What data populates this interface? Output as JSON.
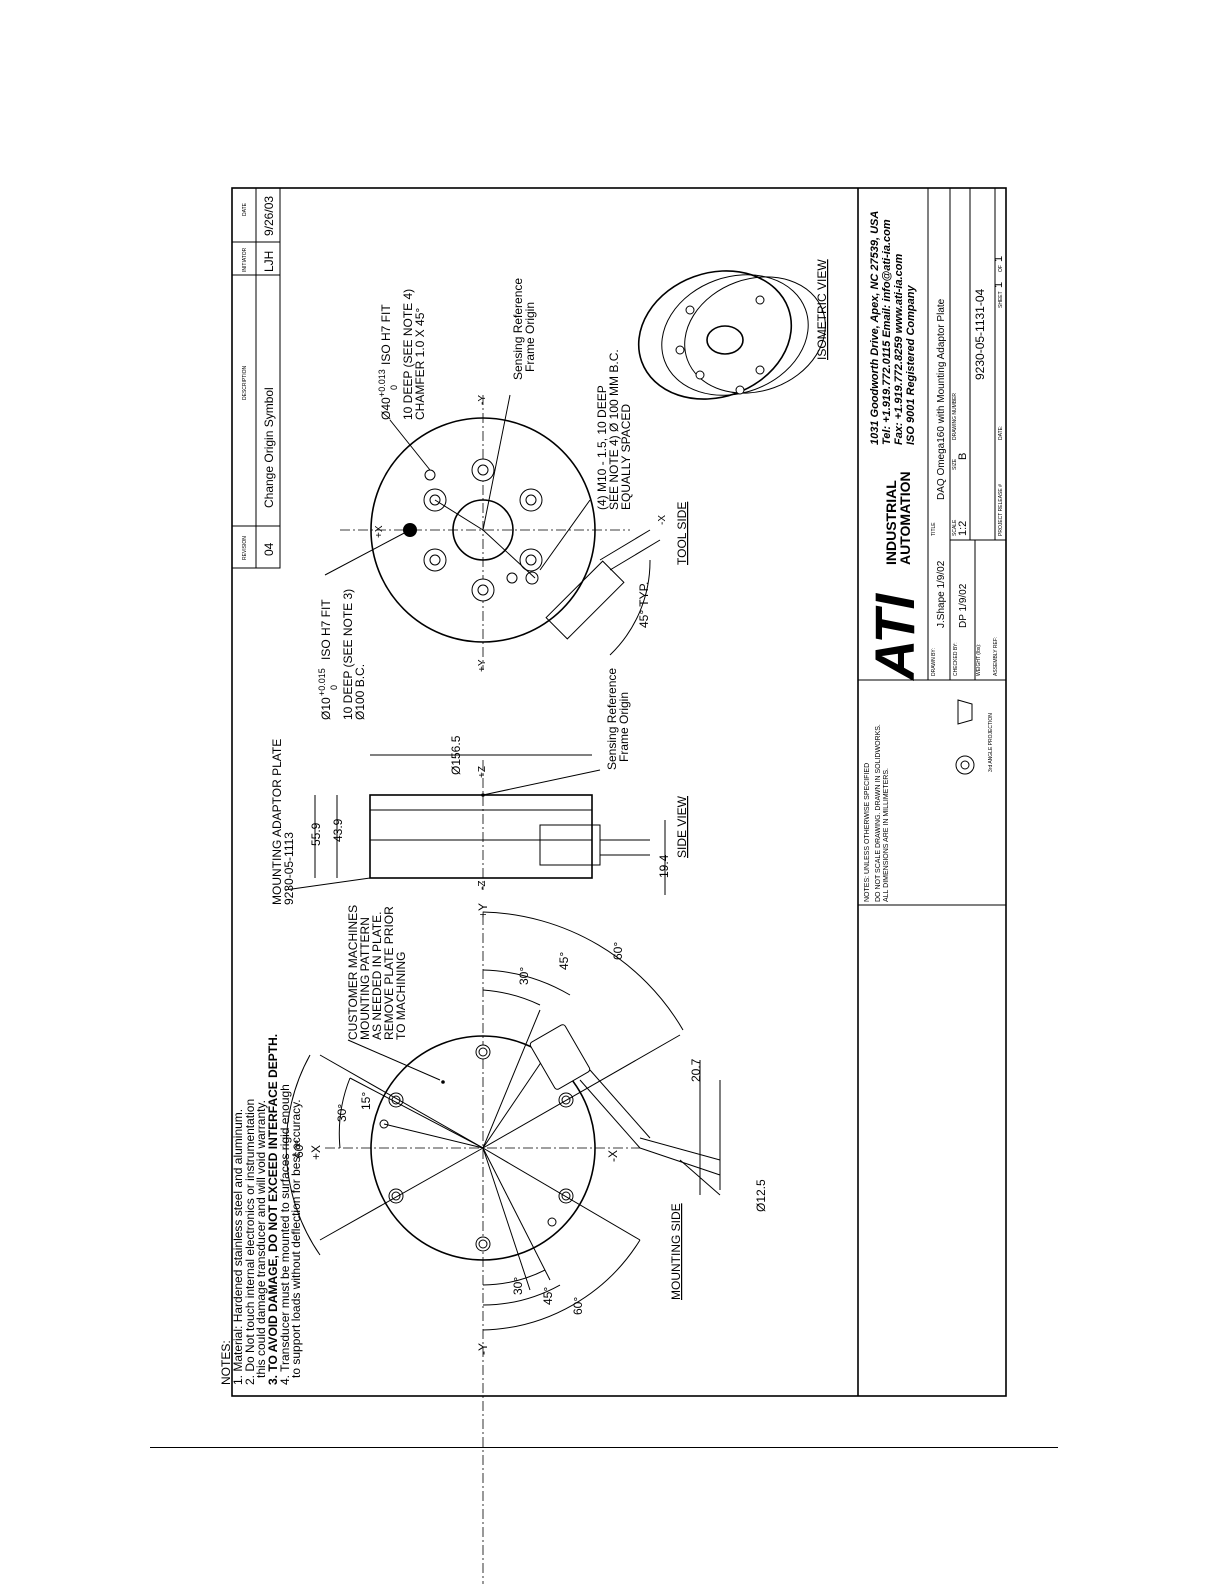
{
  "revision_block": {
    "headers": {
      "revision": "REVISION",
      "description": "DESCRIPTION",
      "initiator": "INITIATOR",
      "date": "DATE"
    },
    "row": {
      "revision": "04",
      "description": "Change Origin Symbol",
      "initiator": "LJH",
      "date": "9/26/03"
    }
  },
  "notes": {
    "title": "NOTES:",
    "items": [
      "1. Material: Hardened stainless steel and aluminum.",
      "2. Do Not touch internal electronics or instrumentation",
      "this could damage transducer and will void warranty.",
      "3. TO AVOID DAMAGE, DO NOT EXCEED INTERFACE DEPTH.",
      "4. Transducer must be mounted to surfaces rigid enough",
      "to support loads without deflection for best accuracy."
    ]
  },
  "mounting_side": {
    "view_label": "MOUNTING SIDE",
    "callout": [
      "CUSTOMER MACHINES",
      "MOUNTING PATTERN",
      "AS NEEDED IN PLATE.",
      "REMOVE PLATE PRIOR",
      "TO MACHINING"
    ],
    "angles": {
      "a60_top": "60°",
      "a30_top": "30°",
      "a15": "15°",
      "a30_r": "30°",
      "a45_r": "45°",
      "a60_r": "60°",
      "a30_b": "30°",
      "a45_b": "45°",
      "a60_b": "60°"
    },
    "axes": {
      "px": "+X",
      "nx": "-X",
      "py": "+Y",
      "ny": "-Y"
    },
    "dims": {
      "d207": "20.7",
      "d125": "Ø12.5"
    }
  },
  "side_view": {
    "view_label": "SIDE VIEW",
    "adaptor_label": "MOUNTING ADAPTOR PLATE",
    "adaptor_pn": "9230-05-1113",
    "dims": {
      "d559": "55.9",
      "d439": "43.9",
      "d1565": "Ø156.5",
      "d194": "19.4"
    },
    "axes": {
      "pz": "+Z",
      "nz": "-Z"
    },
    "origin_label": [
      "Sensing Reference",
      "Frame Origin"
    ]
  },
  "tool_side": {
    "view_label": "TOOL SIDE",
    "callout_10": [
      "Ø10",
      "+0.015",
      "0",
      "ISO H7 FIT",
      "10 DEEP (SEE NOTE 3)",
      "Ø100 B.C."
    ],
    "callout_40": [
      "Ø40",
      "+0.013",
      "0",
      "ISO H7 FIT",
      "10 DEEP (SEE NOTE 4)",
      "CHAMFER 1.0 X 45°"
    ],
    "callout_m10": [
      "(4) M10 - 1.5, 10 DEEP",
      "SEE NOTE 4) Ø 100 MM B.C.",
      "EQUALLY SPACED"
    ],
    "angle": "45° TYP.",
    "origin_label": [
      "Sensing Reference",
      "Frame Origin"
    ],
    "axes": {
      "px": "+X",
      "nx": "-X",
      "py": "+Y",
      "ny": "-Y"
    }
  },
  "isometric": {
    "view_label": "ISOMETRIC VIEW"
  },
  "title_block": {
    "tolerance_note": [
      "NOTES: UNLESS OTHERWISE SPECIFIED",
      "DO NOT SCALE DRAWING. DRAWN IN SOLIDWORKS.",
      "ALL DIMENSIONS ARE IN MILLIMETERS."
    ],
    "projection": "3rd ANGLE PROJECTION",
    "logo": {
      "letters": "ATI",
      "line1": "INDUSTRIAL",
      "line2": "AUTOMATION"
    },
    "address": [
      "1031 Goodworth Drive, Apex, NC 27539, USA",
      "Tel: +1.919.772.0115   Email: info@ati-ia.com",
      "Fax: +1.919.772.8259   www.ati-ia.com",
      "ISO 9001 Registered Company"
    ],
    "labels": {
      "drawn_by": "DRAWN BY:",
      "checked_by": "CHECKED BY:",
      "weight": "WEIGHT (lbs):",
      "assembly": "ASSEMBLY REF:",
      "title": "TITLE",
      "scale": "SCALE",
      "size": "SIZE",
      "drawing_number": "DRAWING NUMBER",
      "project": "PROJECT RELEASE #",
      "date": "DATE:",
      "sheet": "SHEET",
      "of": "OF"
    },
    "values": {
      "drawn_by": "J.Shape 1/9/02",
      "checked_by": "DP 1/9/02",
      "title": "DAQ Omega160 with Mounting Adaptor Plate",
      "scale": "1:2",
      "size": "B",
      "drawing_number": "9230-05-1131-04",
      "sheet": "1",
      "sheet_of": "1"
    }
  }
}
